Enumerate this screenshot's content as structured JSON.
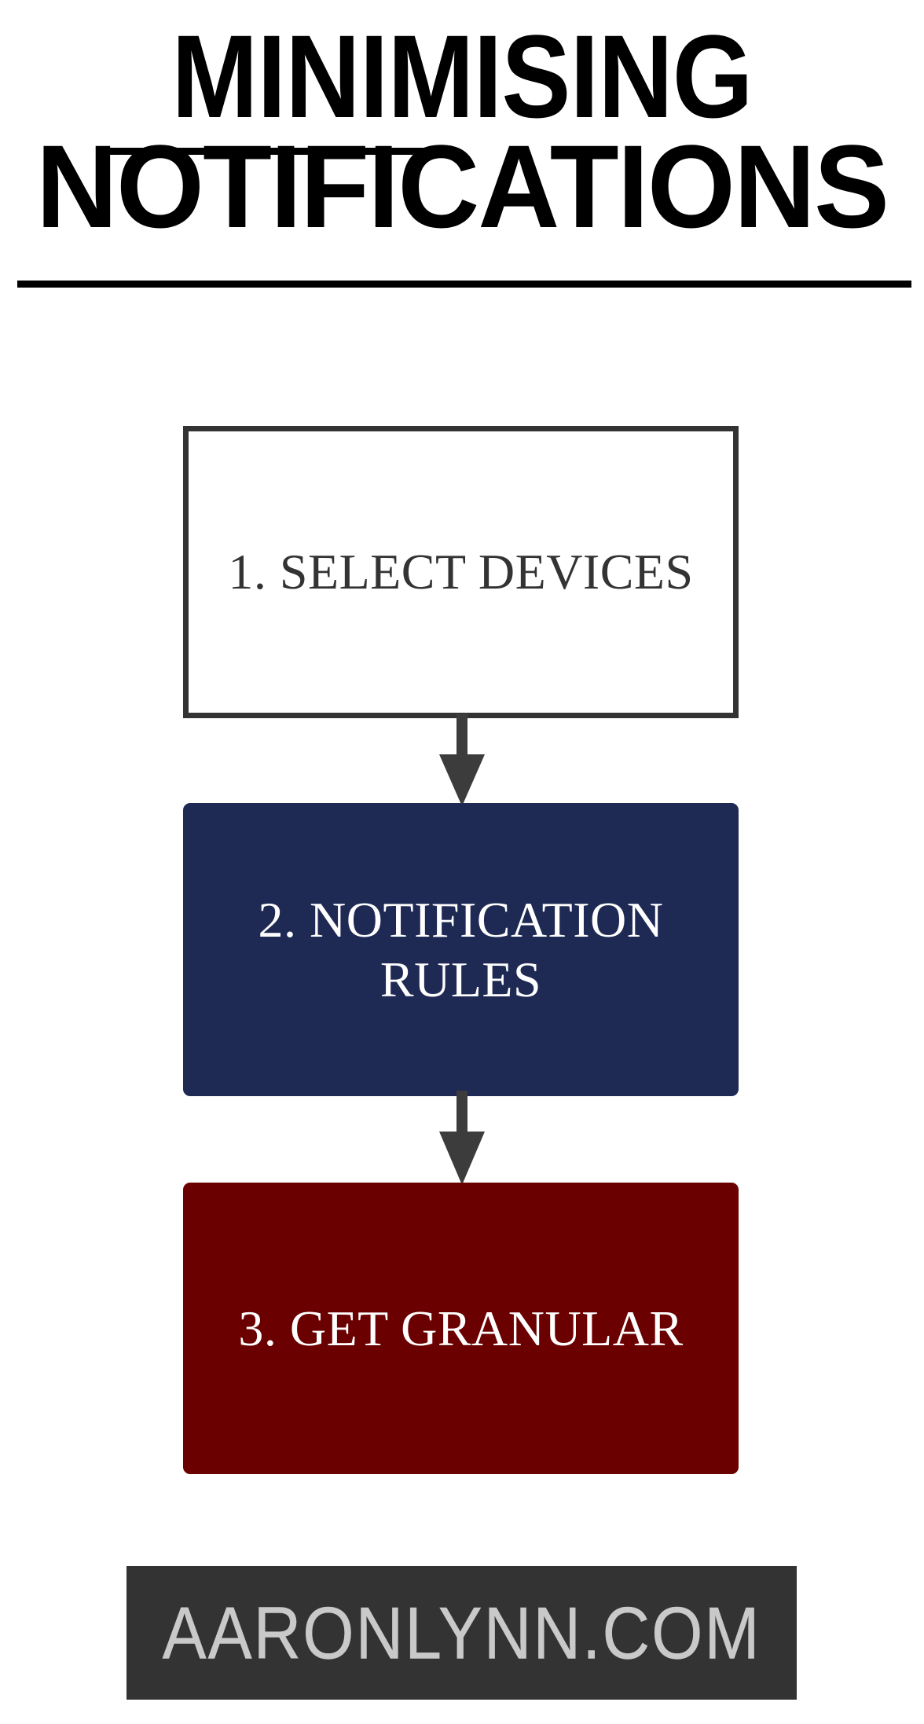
{
  "title": {
    "line1": "MINIMISING",
    "line2": "NOTIFICATIONS",
    "color": "#000000"
  },
  "flow": {
    "steps": [
      {
        "id": "step-1",
        "label": "1. SELECT DEVICES",
        "number": "1.",
        "text": "SELECT DEVICES",
        "fill": "#ffffff",
        "border": "#333333",
        "text_color": "#333333"
      },
      {
        "id": "step-2",
        "label": "2. NOTIFICATION RULES",
        "number": "2.",
        "text": "NOTIFICATION RULES",
        "fill": "#1f2a54",
        "border": "#1f2a54",
        "text_color": "#ffffff"
      },
      {
        "id": "step-3",
        "label": "3. GET GRANULAR",
        "number": "3.",
        "text": "GET GRANULAR",
        "fill": "#6b0000",
        "border": "#6b0000",
        "text_color": "#ffffff"
      }
    ],
    "connectors": [
      {
        "id": "connector-1",
        "from": "step-1",
        "to": "step-2",
        "direction": "down",
        "color": "#3c3c3c"
      },
      {
        "id": "connector-2",
        "from": "step-2",
        "to": "step-3",
        "direction": "down",
        "color": "#3c3c3c"
      }
    ]
  },
  "footer": {
    "text": "AARONLYNN.COM",
    "background": "#333333",
    "text_color": "#c9c9c9"
  }
}
